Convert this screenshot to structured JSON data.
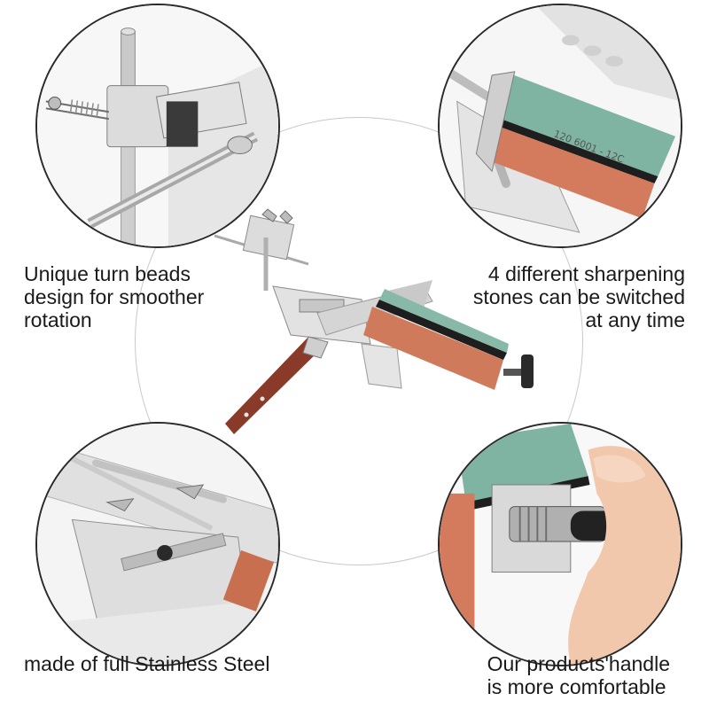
{
  "features": [
    {
      "id": "turn-beads",
      "lines": [
        "Unique turn beads",
        "design for smoother",
        "rotation"
      ]
    },
    {
      "id": "stones",
      "lines": [
        "4 different sharpening",
        "stones can be switched",
        "at any time"
      ]
    },
    {
      "id": "stainless",
      "lines": [
        "made of full Stainless Steel"
      ]
    },
    {
      "id": "handle",
      "lines": [
        "Our products'handle",
        "is more comfortable"
      ]
    }
  ]
}
